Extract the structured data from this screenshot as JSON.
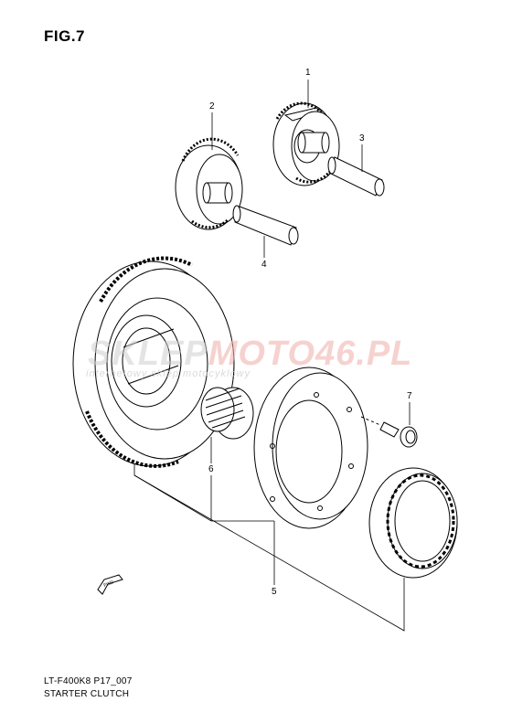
{
  "figure": {
    "title": "FIG.7"
  },
  "callouts": [
    "1",
    "2",
    "3",
    "4",
    "5",
    "6",
    "7"
  ],
  "footer": {
    "model_code": "LT-F400K8 P17_007",
    "section_name": "STARTER CLUTCH"
  },
  "watermark": {
    "brand_prefix": "SKLEP",
    "brand_accent": "MOTO46.PL",
    "tagline": "internetowy sklep motocyklowy"
  },
  "arrow_label": "FWD",
  "colors": {
    "line": "#000000",
    "watermark_gray": "#cdcdcd",
    "watermark_red": "#f0b4af"
  }
}
